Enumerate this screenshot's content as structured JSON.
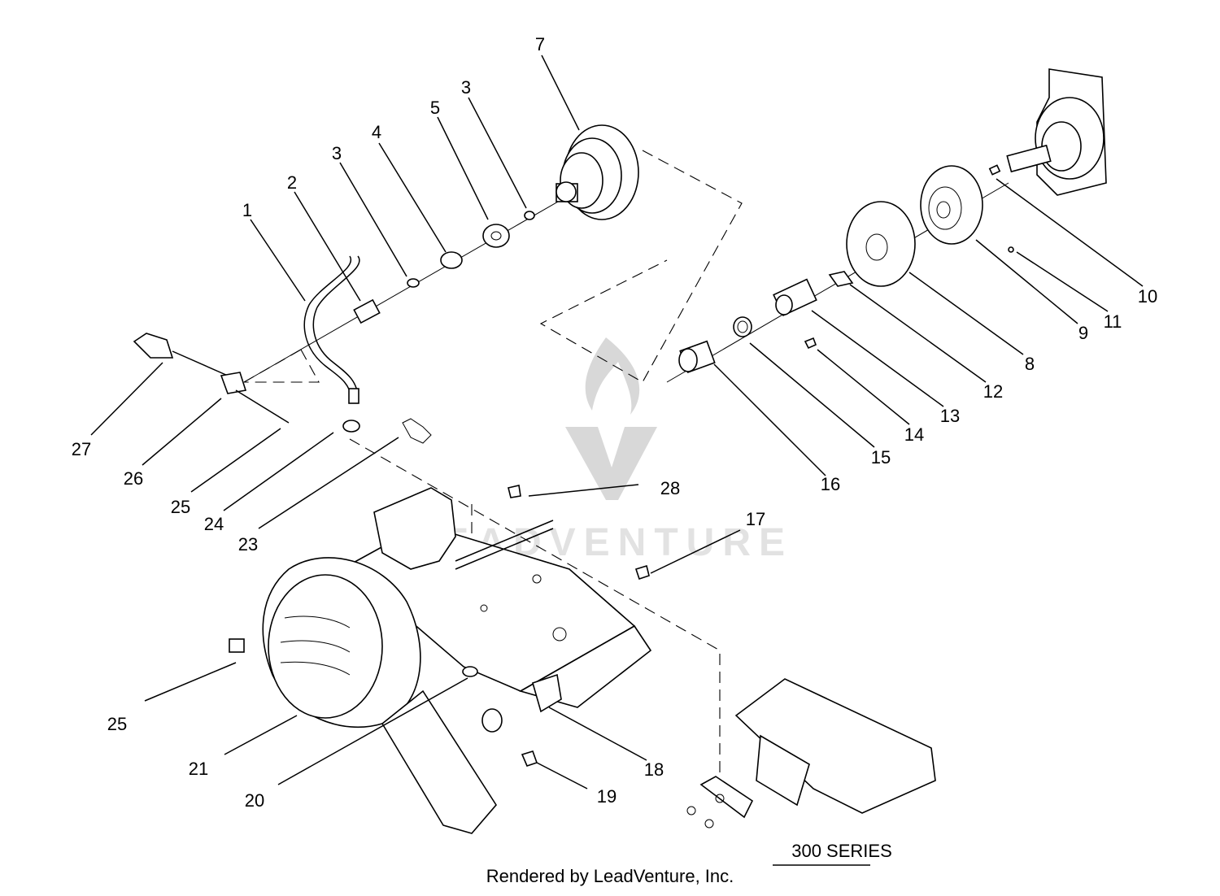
{
  "diagram": {
    "callouts": [
      {
        "id": "c1",
        "text": "1"
      },
      {
        "id": "c2",
        "text": "2"
      },
      {
        "id": "c3a",
        "text": "3"
      },
      {
        "id": "c4",
        "text": "4"
      },
      {
        "id": "c5",
        "text": "5"
      },
      {
        "id": "c3b",
        "text": "3"
      },
      {
        "id": "c7",
        "text": "7"
      },
      {
        "id": "c10",
        "text": "10"
      },
      {
        "id": "c11",
        "text": "11"
      },
      {
        "id": "c9",
        "text": "9"
      },
      {
        "id": "c8",
        "text": "8"
      },
      {
        "id": "c12",
        "text": "12"
      },
      {
        "id": "c13",
        "text": "13"
      },
      {
        "id": "c14",
        "text": "14"
      },
      {
        "id": "c15",
        "text": "15"
      },
      {
        "id": "c16",
        "text": "16"
      },
      {
        "id": "c27",
        "text": "27"
      },
      {
        "id": "c26",
        "text": "26"
      },
      {
        "id": "c25a",
        "text": "25"
      },
      {
        "id": "c24",
        "text": "24"
      },
      {
        "id": "c23",
        "text": "23"
      },
      {
        "id": "c28",
        "text": "28"
      },
      {
        "id": "c17",
        "text": "17"
      },
      {
        "id": "c25b",
        "text": "25"
      },
      {
        "id": "c21",
        "text": "21"
      },
      {
        "id": "c20",
        "text": "20"
      },
      {
        "id": "c18",
        "text": "18"
      },
      {
        "id": "c19",
        "text": "19"
      }
    ],
    "series_label": "300 SERIES",
    "watermark": "LEADVENTURE",
    "watermark_icon": "flame-v-logo-icon",
    "footer": "Rendered by LeadVenture, Inc."
  }
}
